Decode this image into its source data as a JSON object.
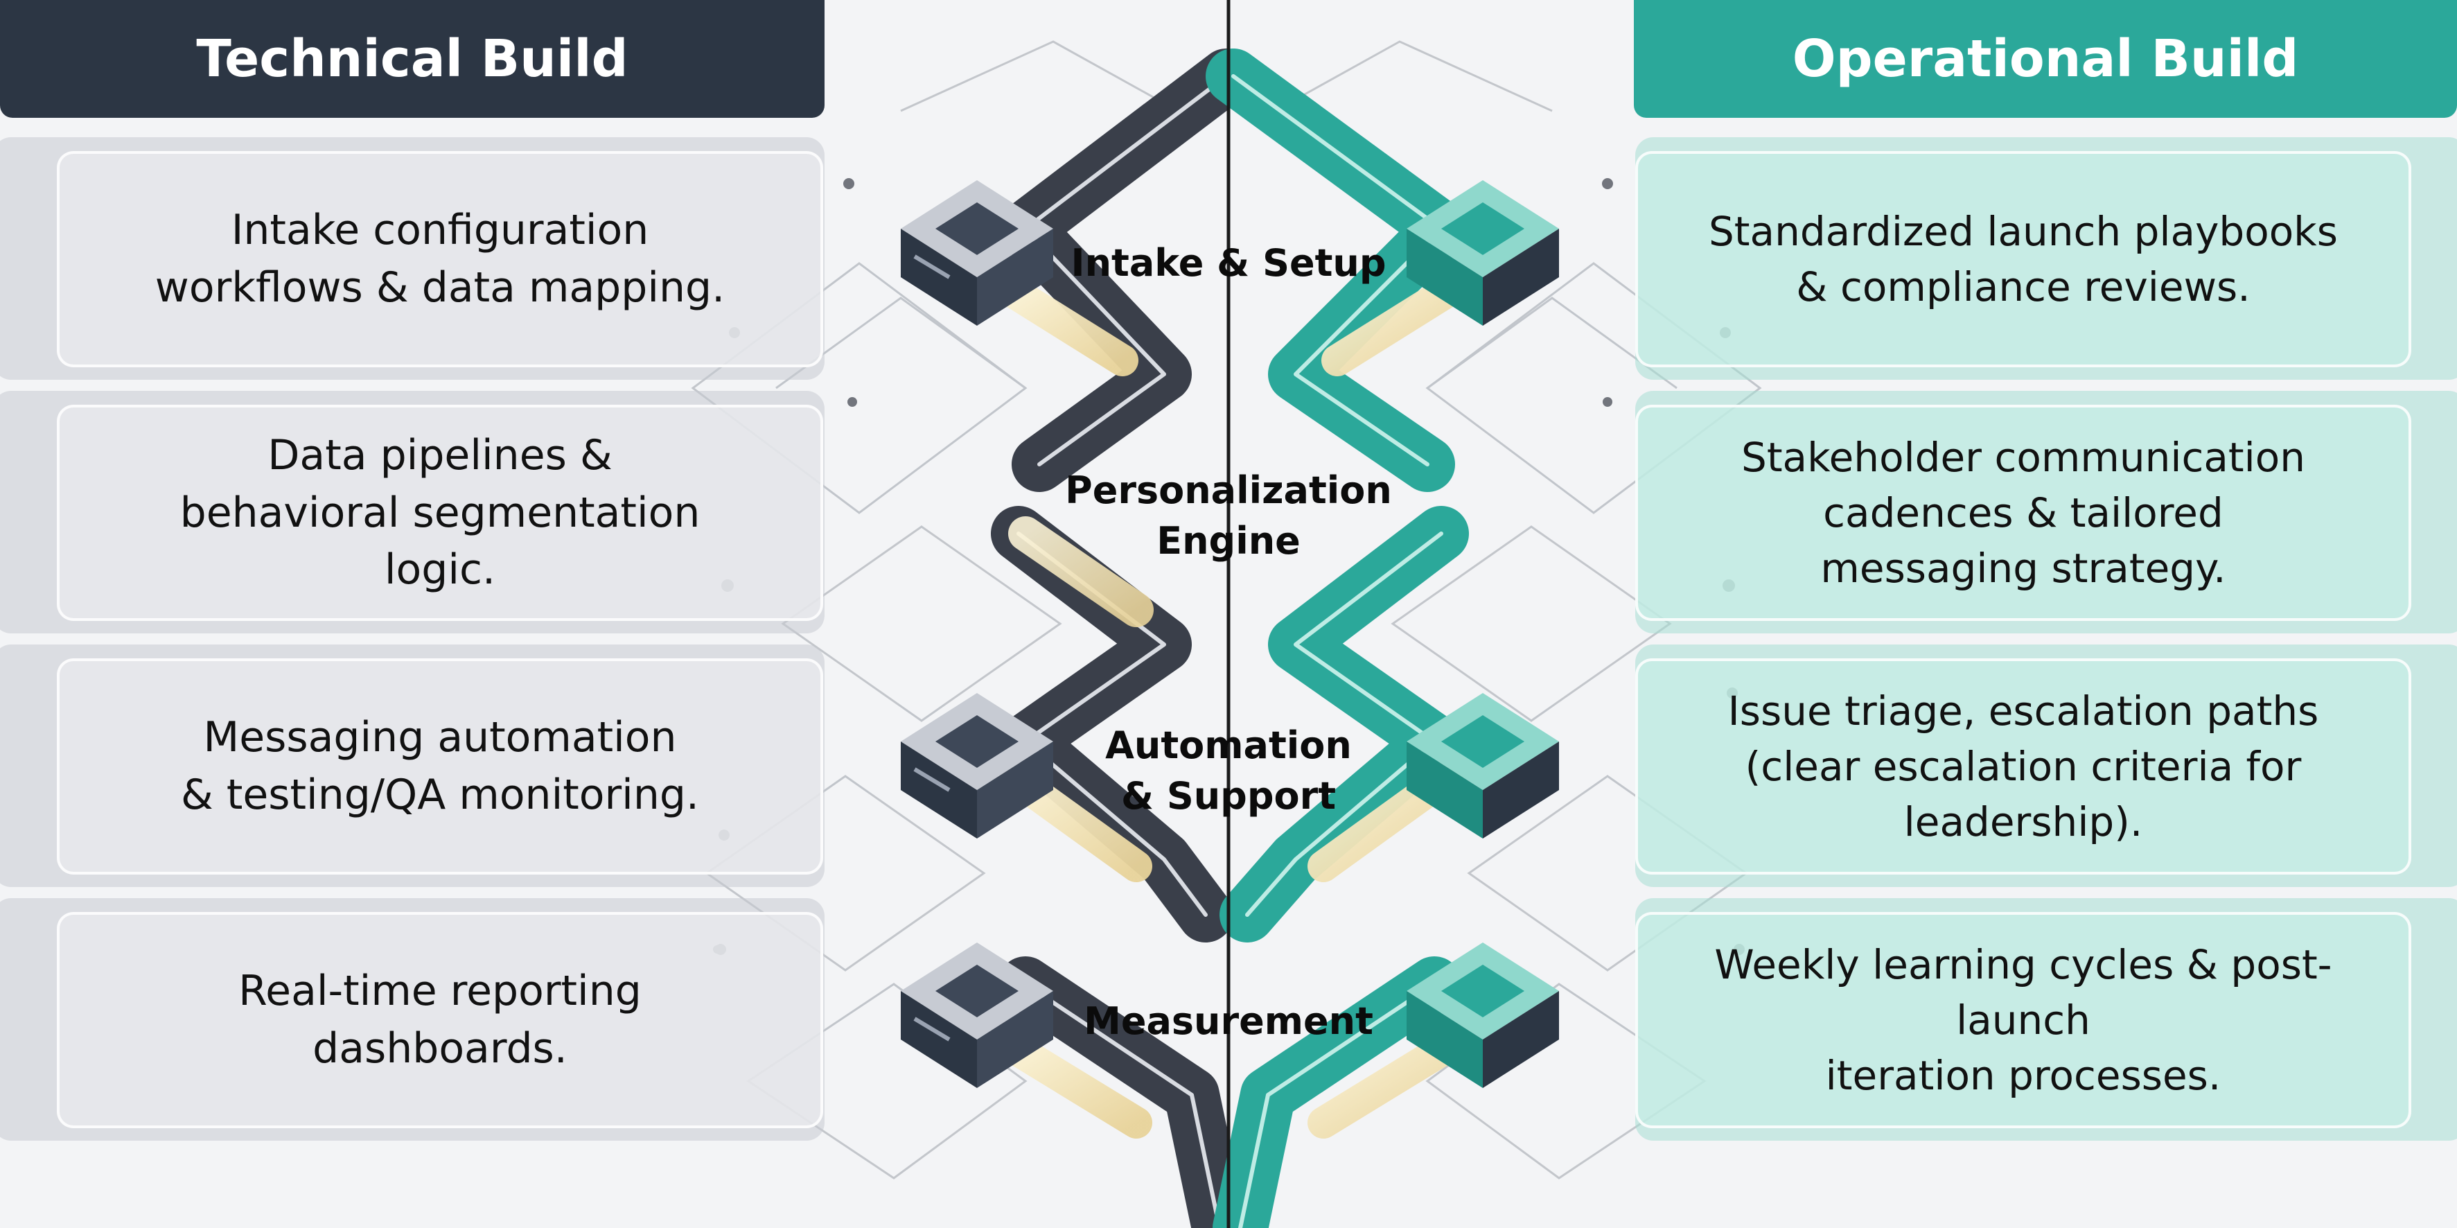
{
  "headers": {
    "technical": "Technical Build",
    "operational": "Operational Build"
  },
  "stages": [
    {
      "label": "Intake & Setup"
    },
    {
      "label": "Personalization\nEngine"
    },
    {
      "label": "Automation\n& Support"
    },
    {
      "label": "Measurement"
    }
  ],
  "technical_items": [
    "Intake configuration\nworkflows & data mapping.",
    "Data pipelines &\nbehavioral segmentation\nlogic.",
    "Messaging automation\n& testing/QA monitoring.",
    "Real-time reporting\ndashboards."
  ],
  "operational_items": [
    "Standardized launch playbooks\n& compliance reviews.",
    "Stakeholder communication\ncadences & tailored\nmessaging strategy.",
    "Issue triage, escalation paths\n(clear escalation criteria for\nleadership).",
    "Weekly learning cycles & post-launch\niteration processes."
  ],
  "colors": {
    "technical_header": "#2c3644",
    "operational_header": "#2ba89a",
    "technical_path": "#3a3f4a",
    "operational_path": "#2ba89a",
    "glow": "#f1e2b0"
  }
}
